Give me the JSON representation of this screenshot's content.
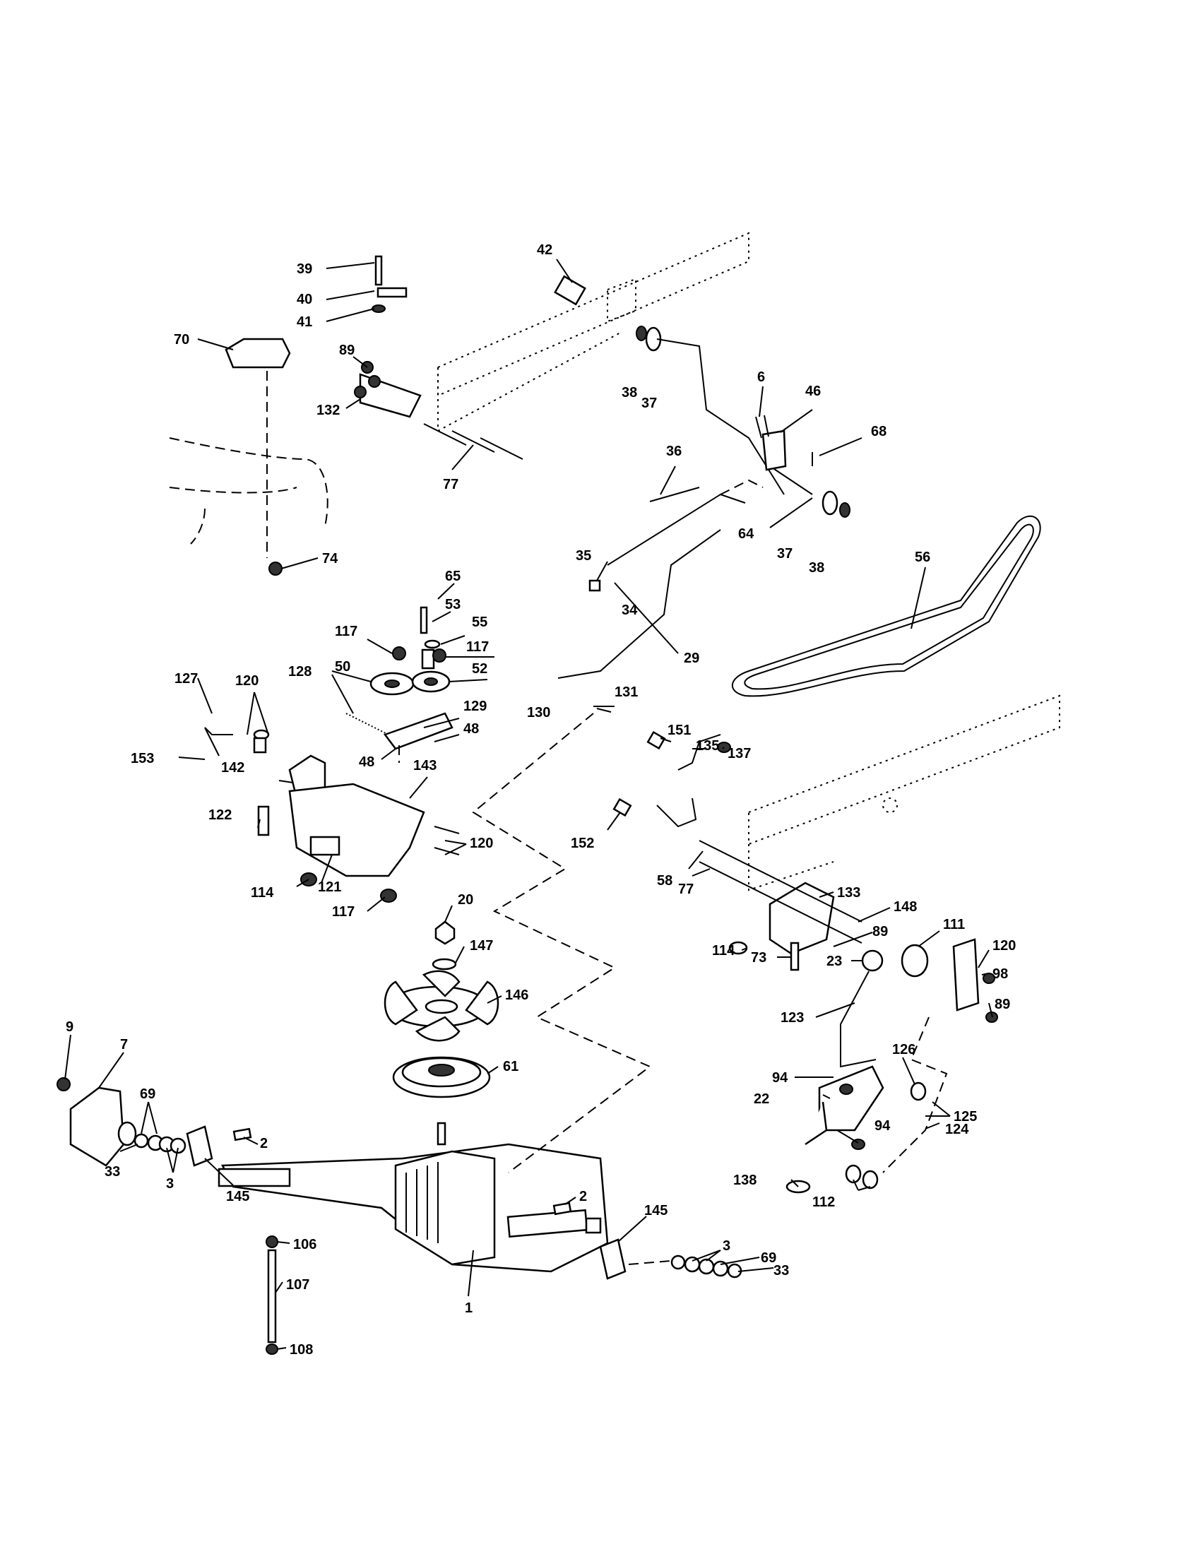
{
  "callouts": [
    {
      "id": "c39",
      "text": "39"
    },
    {
      "id": "c40",
      "text": "40"
    },
    {
      "id": "c41",
      "text": "41"
    },
    {
      "id": "c42",
      "text": "42"
    },
    {
      "id": "c70",
      "text": "70"
    },
    {
      "id": "c89a",
      "text": "89"
    },
    {
      "id": "c132",
      "text": "132"
    },
    {
      "id": "c77a",
      "text": "77"
    },
    {
      "id": "c38a",
      "text": "38"
    },
    {
      "id": "c37a",
      "text": "37"
    },
    {
      "id": "c6",
      "text": "6"
    },
    {
      "id": "c46",
      "text": "46"
    },
    {
      "id": "c68",
      "text": "68"
    },
    {
      "id": "c36",
      "text": "36"
    },
    {
      "id": "c64",
      "text": "64"
    },
    {
      "id": "c37b",
      "text": "37"
    },
    {
      "id": "c38b",
      "text": "38"
    },
    {
      "id": "c56",
      "text": "56"
    },
    {
      "id": "c74",
      "text": "74"
    },
    {
      "id": "c35",
      "text": "35"
    },
    {
      "id": "c34",
      "text": "34"
    },
    {
      "id": "c65",
      "text": "65"
    },
    {
      "id": "c53",
      "text": "53"
    },
    {
      "id": "c55",
      "text": "55"
    },
    {
      "id": "c117a",
      "text": "117"
    },
    {
      "id": "c117b",
      "text": "117"
    },
    {
      "id": "c50",
      "text": "50"
    },
    {
      "id": "c52",
      "text": "52"
    },
    {
      "id": "c29",
      "text": "29"
    },
    {
      "id": "c127",
      "text": "127"
    },
    {
      "id": "c120a",
      "text": "120"
    },
    {
      "id": "c128",
      "text": "128"
    },
    {
      "id": "c129",
      "text": "129"
    },
    {
      "id": "c48a",
      "text": "48"
    },
    {
      "id": "c48b",
      "text": "48"
    },
    {
      "id": "c153",
      "text": "153"
    },
    {
      "id": "c130",
      "text": "130"
    },
    {
      "id": "c131",
      "text": "131"
    },
    {
      "id": "c142",
      "text": "142"
    },
    {
      "id": "c143",
      "text": "143"
    },
    {
      "id": "c151",
      "text": "151"
    },
    {
      "id": "c135",
      "text": "135"
    },
    {
      "id": "c137",
      "text": "137"
    },
    {
      "id": "c122",
      "text": "122"
    },
    {
      "id": "c120b",
      "text": "120"
    },
    {
      "id": "c152",
      "text": "152"
    },
    {
      "id": "c114a",
      "text": "114"
    },
    {
      "id": "c121",
      "text": "121"
    },
    {
      "id": "c117c",
      "text": "117"
    },
    {
      "id": "c58",
      "text": "58"
    },
    {
      "id": "c77b",
      "text": "77"
    },
    {
      "id": "c133",
      "text": "133"
    },
    {
      "id": "c148",
      "text": "148"
    },
    {
      "id": "c20",
      "text": "20"
    },
    {
      "id": "c89b",
      "text": "89"
    },
    {
      "id": "c111",
      "text": "111"
    },
    {
      "id": "c147",
      "text": "147"
    },
    {
      "id": "c114b",
      "text": "114"
    },
    {
      "id": "c73",
      "text": "73"
    },
    {
      "id": "c23",
      "text": "23"
    },
    {
      "id": "c120c",
      "text": "120"
    },
    {
      "id": "c98",
      "text": "98"
    },
    {
      "id": "c146",
      "text": "146"
    },
    {
      "id": "c89c",
      "text": "89"
    },
    {
      "id": "c123",
      "text": "123"
    },
    {
      "id": "c9",
      "text": "9"
    },
    {
      "id": "c7",
      "text": "7"
    },
    {
      "id": "c61",
      "text": "61"
    },
    {
      "id": "c94a",
      "text": "94"
    },
    {
      "id": "c126",
      "text": "126"
    },
    {
      "id": "c69a",
      "text": "69"
    },
    {
      "id": "c125",
      "text": "125"
    },
    {
      "id": "c22",
      "text": "22"
    },
    {
      "id": "c124",
      "text": "124"
    },
    {
      "id": "c94b",
      "text": "94"
    },
    {
      "id": "c2a",
      "text": "2"
    },
    {
      "id": "c33a",
      "text": "33"
    },
    {
      "id": "c3a",
      "text": "3"
    },
    {
      "id": "c145a",
      "text": "145"
    },
    {
      "id": "c138",
      "text": "138"
    },
    {
      "id": "c112",
      "text": "112"
    },
    {
      "id": "c2b",
      "text": "2"
    },
    {
      "id": "c145b",
      "text": "145"
    },
    {
      "id": "c106",
      "text": "106"
    },
    {
      "id": "c3b",
      "text": "3"
    },
    {
      "id": "c69b",
      "text": "69"
    },
    {
      "id": "c33b",
      "text": "33"
    },
    {
      "id": "c107",
      "text": "107"
    },
    {
      "id": "c1",
      "text": "1"
    },
    {
      "id": "c108",
      "text": "108"
    }
  ]
}
